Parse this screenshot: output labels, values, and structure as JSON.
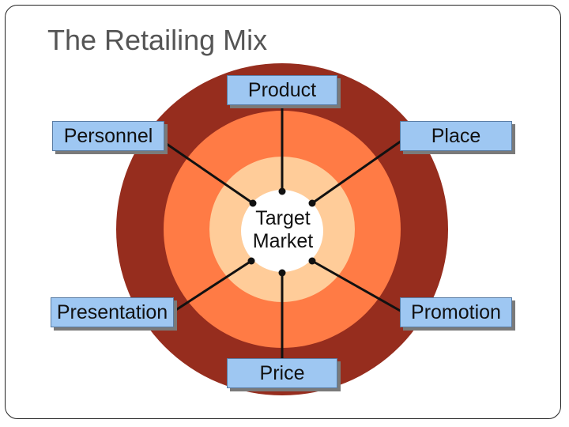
{
  "title": "The Retailing Mix",
  "center": {
    "line1": "Target",
    "line2": "Market"
  },
  "elements": {
    "product": "Product",
    "place": "Place",
    "personnel": "Personnel",
    "presentation": "Presentation",
    "promotion": "Promotion",
    "price": "Price"
  },
  "colors": {
    "outer_ring": "#962d1e",
    "middle_ring": "#ff7b45",
    "inner_ring": "#ffcc99",
    "center": "#ffffff",
    "label_fill": "#9ec7f2",
    "connector": "#111111"
  }
}
